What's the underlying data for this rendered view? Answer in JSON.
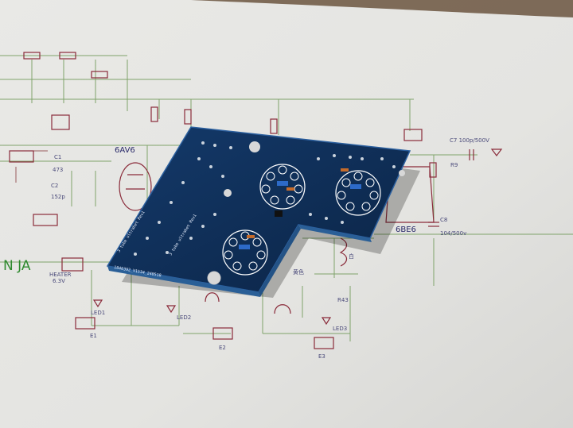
{
  "scene": {
    "description_alt": "",
    "colors": {
      "paper": "#e7e7e4",
      "pcb": "#0f2f5a",
      "pcb_edge": "#1b4a85",
      "trace_green": "#7fa36a",
      "component_red": "#8a2b3a",
      "label_blue": "#4a4a7a"
    }
  },
  "schematic": {
    "tube_left": "6AV6",
    "tube_right": "6BE6",
    "big_label": "N JA",
    "heater_label": "HEATER",
    "heater_voltage": "6.3V",
    "c7_label": "C7 100p/500V",
    "c8_label": "C8",
    "c8_value": "104/500v",
    "r9_label": "R9",
    "led1": "LED1",
    "led2": "LED2",
    "led3": "LED3",
    "r43": "R43",
    "e1": "E1",
    "e2": "E2",
    "e3": "E3",
    "c1": "C1",
    "c2": "C2",
    "c1_val": "473",
    "c2_val": "152p",
    "huangse": "黄色",
    "bai": "白"
  },
  "pcb": {
    "silk_line1": "3 tube ultrahet Rev1",
    "silk_line2": "3 tube ultrahet Rev1",
    "silk_code": "1840392_V1534_240518"
  }
}
